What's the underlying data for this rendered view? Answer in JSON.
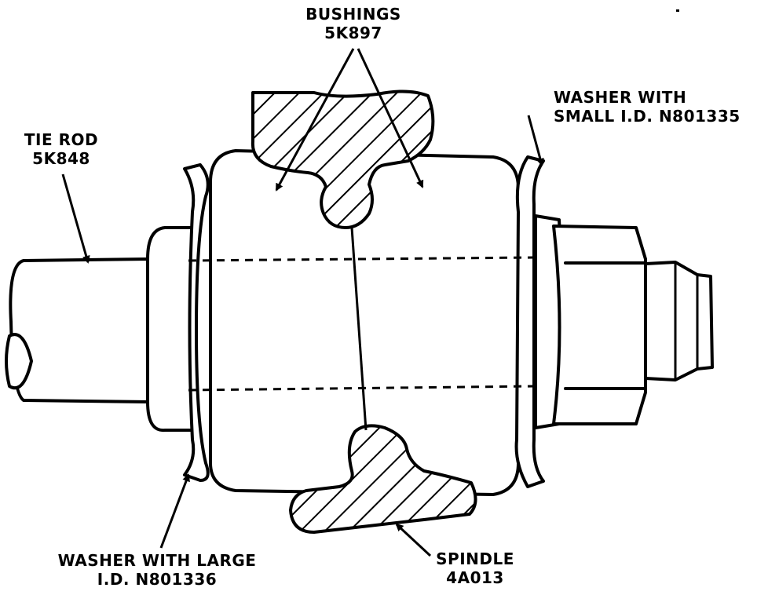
{
  "labels": {
    "bushings": {
      "line1": "BUSHINGS",
      "line2": "5K897"
    },
    "tie_rod": {
      "line1": "TIE ROD",
      "line2": "5K848"
    },
    "washer_small": {
      "line1": "WASHER WITH",
      "line2": "SMALL I.D. N801335"
    },
    "washer_large": {
      "line1": "WASHER WITH LARGE",
      "line2": "I.D. N801336"
    },
    "spindle": {
      "line1": "SPINDLE",
      "line2": "4A013"
    }
  },
  "colors": {
    "ink": "#000000",
    "paper": "#ffffff"
  }
}
